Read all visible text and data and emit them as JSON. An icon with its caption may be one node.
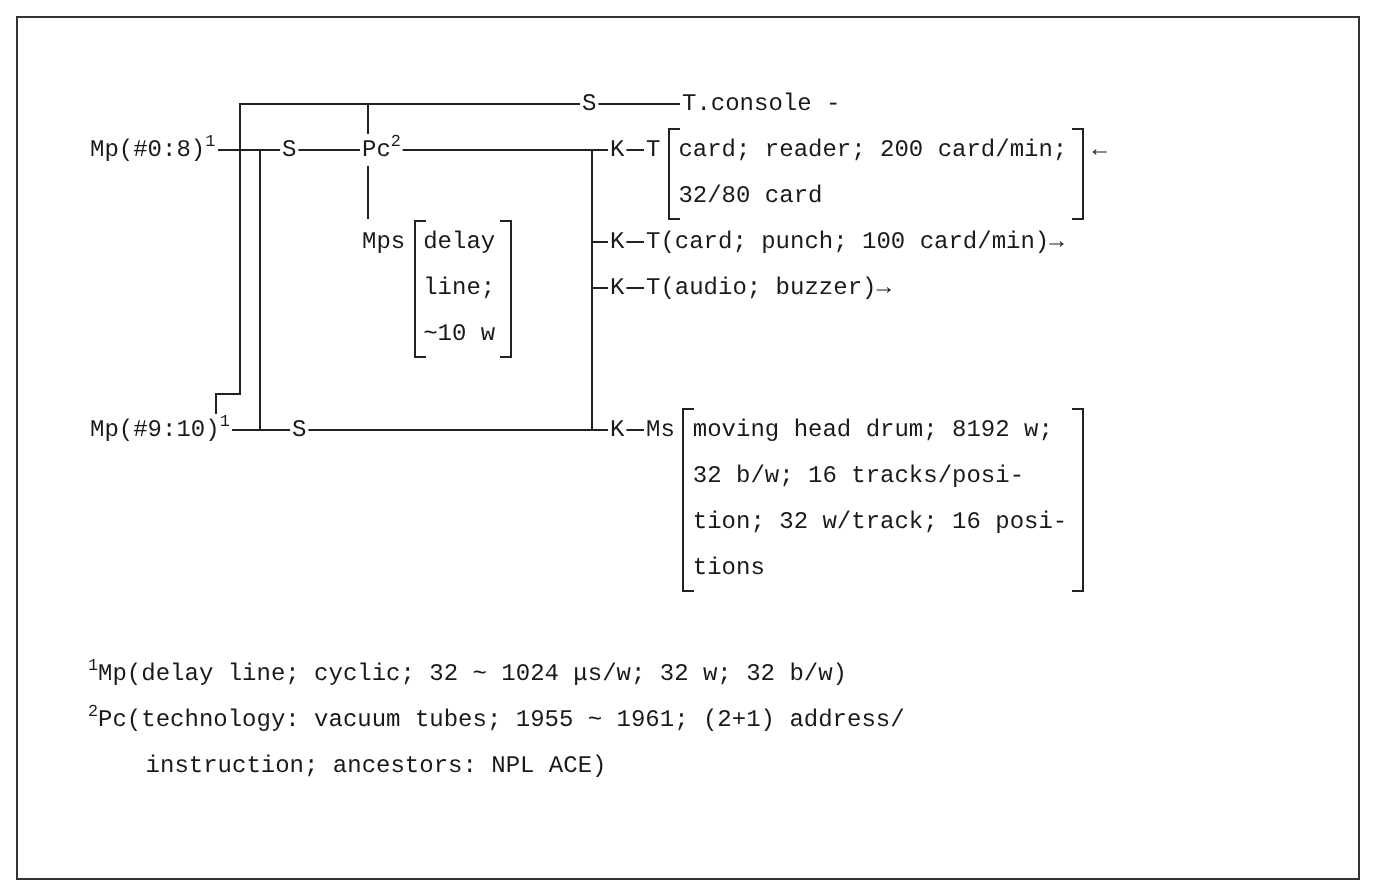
{
  "diagram": {
    "nodes": [
      {
        "text": [
          "Mp(#0:8)$^{1}$"
        ]
      },
      {
        "text": [
          "S"
        ]
      },
      {
        "text": [
          "T.console -"
        ]
      },
      {
        "text": [
          "S"
        ]
      },
      {
        "text": [
          "Pc$^{2}$"
        ]
      },
      {
        "text": [
          "K"
        ]
      },
      {
        "text": [
          "T",
          "card; reader; 200 card/min; 32/80 card"
        ],
        "beside": [
          "←"
        ]
      },
      {
        "text": [
          "Mps",
          "delay line; ~10 w"
        ]
      },
      {
        "text": [
          "K"
        ]
      },
      {
        "text": [
          "T(card; punch; 100 card/min)→"
        ]
      },
      {
        "text": [
          "K"
        ]
      },
      {
        "text": [
          "T(audio; buzzer)→"
        ]
      },
      {
        "text": [
          "Mp(#9:10)$^{1}$"
        ]
      },
      {
        "text": [
          "S"
        ]
      },
      {
        "text": [
          "K"
        ]
      },
      {
        "text": [
          "Ms",
          "moving head drum; 8192 w; 32 b/w; 16 tracks/posi- tion; 32 w/track; 16 posi- tions"
        ]
      }
    ],
    "edges": [
      {
        "from": 0,
        "to": 1,
        "arrow": "none"
      },
      {
        "from": 0,
        "to": 3,
        "arrow": "none"
      },
      {
        "from": 1,
        "to": 2,
        "arrow": "none"
      },
      {
        "from": 3,
        "to": 4,
        "arrow": "none"
      },
      {
        "from": 4,
        "to": 1,
        "arrow": "none"
      },
      {
        "from": 4,
        "to": 5,
        "arrow": "none"
      },
      {
        "from": 5,
        "to": 6,
        "arrow": "none"
      },
      {
        "from": 4,
        "to": 7,
        "arrow": "none"
      },
      {
        "from": 4,
        "to": 8,
        "arrow": "none"
      },
      {
        "from": 4,
        "to": 10,
        "arrow": "none"
      },
      {
        "from": 4,
        "to": 14,
        "arrow": "none"
      },
      {
        "from": 8,
        "to": 9,
        "arrow": "none"
      },
      {
        "from": 10,
        "to": 11,
        "arrow": "none"
      },
      {
        "from": 12,
        "to": 13,
        "arrow": "none"
      },
      {
        "from": 13,
        "to": 14,
        "arrow": "none"
      },
      {
        "from": 14,
        "to": 15,
        "arrow": "none"
      },
      {
        "from": 12,
        "to": 3,
        "arrow": "none"
      },
      {
        "from": 12,
        "to": 1,
        "arrow": "none"
      }
    ],
    "labels": [
      "$^{1}$Mp(delay line; cyclic; 32 ~ 1024 μs/w; 32 w; 32 b/w)",
      "$^{2}$Pc(technology: vacuum tubes; 1955 ~ 1961; (2+1) address/ instruction; ancestors: NPL ACE)"
    ]
  }
}
